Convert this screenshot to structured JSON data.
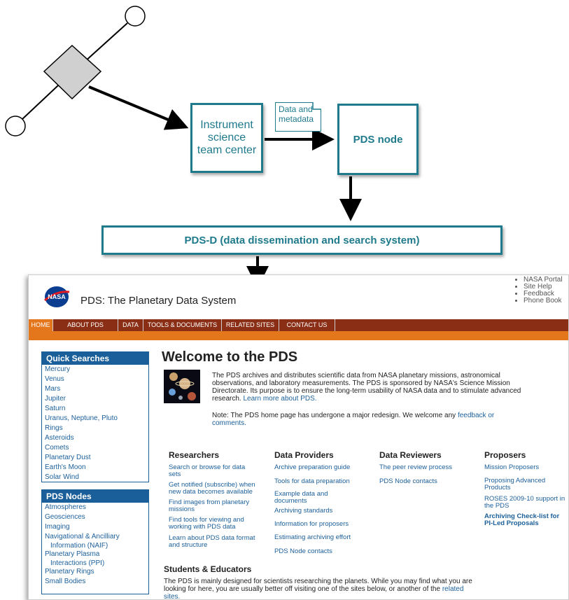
{
  "diagram": {
    "instrument_box": "Instrument science team center",
    "data_note": "Data and metadata",
    "pds_node": "PDS node",
    "pds_d": "PDS-D (data dissemination and search system)",
    "colors": {
      "accent": "#1f7a8c",
      "arrow": "#000000",
      "diamond": "#d0d0d0"
    }
  },
  "site": {
    "title": "PDS: The Planetary Data System",
    "utility_links": [
      "NASA Portal",
      "Site Help",
      "Feedback",
      "Phone Book"
    ],
    "nav": [
      "HOME",
      "ABOUT PDS",
      "DATA",
      "TOOLS & DOCUMENTS",
      "RELATED SITES",
      "CONTACT US"
    ],
    "quick_searches": {
      "heading": "Quick Searches",
      "items": [
        "Mercury",
        "Venus",
        "Mars",
        "Jupiter",
        "Saturn",
        "Uranus, Neptune, Pluto",
        "Rings",
        "Asteroids",
        "Comets",
        "Planetary Dust",
        "Earth's Moon",
        "Solar Wind"
      ]
    },
    "pds_nodes": {
      "heading": "PDS Nodes",
      "items": [
        "Atmospheres",
        "Geosciences",
        "Imaging",
        "Navigational & Ancilliary",
        "Information (NAIF)",
        "Planetary Plasma",
        "Interactions (PPI)",
        "Planetary Rings",
        "Small Bodies"
      ]
    },
    "welcome": "Welcome to the PDS",
    "intro": {
      "line1": "The PDS archives and distributes scientific data from NASA planetary missions, astronomical",
      "line2": "observations, and laboratory measurements. The PDS is sponsored by NASA's Science Mission",
      "line3": "Directorate. Its purpose is to ensure the long-term usability of NASA data and to stimulate advanced",
      "line4a": "research. ",
      "line4b": "Learn more about PDS."
    },
    "note": {
      "a": "Note: The PDS home page has undergone a major redesign. We welcome any ",
      "b": "feedback or",
      "c": "comments."
    },
    "researchers": {
      "heading": "Researchers",
      "items": [
        "Search or browse for data sets",
        "Get notified (subscribe) when new data becomes available",
        "Find images from planetary missions",
        "Find tools for viewing and working with PDS data",
        "Learn about PDS data format and structure"
      ]
    },
    "providers": {
      "heading": "Data Providers",
      "items": [
        "Archive preparation guide",
        "Tools for data preparation",
        "Example data and documents",
        "Archiving standards",
        "Information for proposers",
        "Estimating archiving effort",
        "PDS Node contacts"
      ]
    },
    "reviewers": {
      "heading": "Data Reviewers",
      "items": [
        "The peer review process",
        "PDS Node contacts"
      ]
    },
    "proposers": {
      "heading": "Proposers",
      "items": [
        "Mission Proposers",
        "Proposing Advanced Products",
        "ROSES 2009-10 support in the PDS",
        "Archiving Check-list for PI-Led Proposals"
      ]
    },
    "students": {
      "heading": "Students & Educators",
      "line1": "The PDS is mainly designed for scientists researching the planets. While you may find what you are",
      "line2a": "looking for here, you are usually better off visiting one of the sites below, or another of the ",
      "line2b": "related",
      "line3": "sites."
    },
    "colors": {
      "link": "#1b5f9a",
      "nav": "#8a2e16",
      "orange": "#e4761b"
    }
  }
}
